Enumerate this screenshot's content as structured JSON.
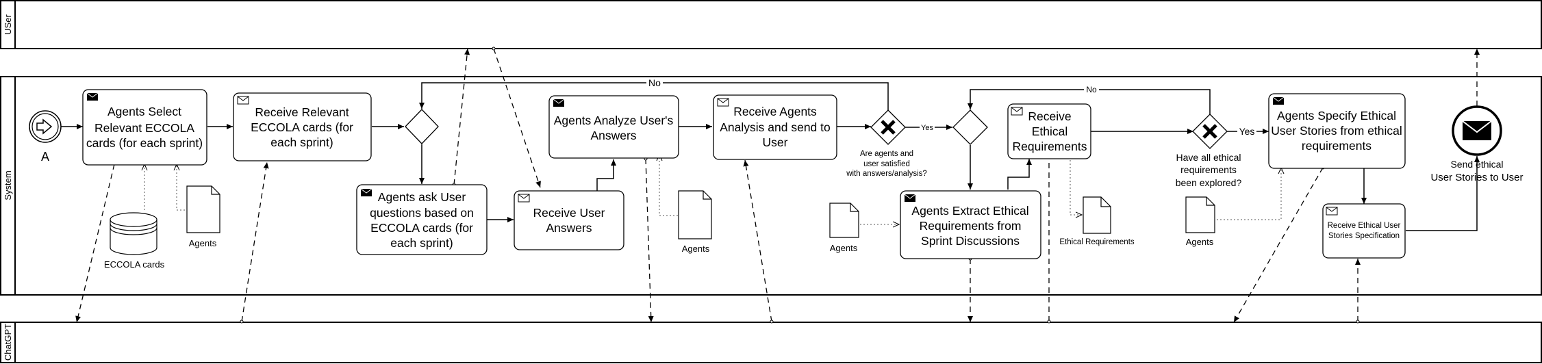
{
  "lanes": {
    "user": "USer",
    "system": "System",
    "chatgpt": "ChatGPT"
  },
  "start": {
    "label": "A"
  },
  "tasks": {
    "t1": [
      "Agents Select",
      "Relevant ECCOLA",
      "cards (for each sprint)"
    ],
    "t2": [
      "Receive Relevant",
      "ECCOLA cards (for",
      "each sprint)"
    ],
    "t3": [
      "Agents ask User",
      "questions based on",
      "ECCOLA cards (for",
      "each sprint)"
    ],
    "t4": [
      "Receive User",
      "Answers"
    ],
    "t5": [
      "Agents Analyze User's",
      "Answers"
    ],
    "t6": [
      "Receive Agents",
      "Analysis and send to",
      "User"
    ],
    "t7": [
      "Receive",
      "Ethical",
      "Requirements"
    ],
    "t8": [
      "Agents Extract Ethical",
      "Requirements from",
      "Sprint Discussions"
    ],
    "t9": [
      "Agents Specify Ethical",
      "User Stories from ethical",
      "requirements"
    ],
    "t10": [
      "Receive Ethical User",
      "Stories Specification"
    ]
  },
  "data_objects": {
    "db": "ECCOLA cards",
    "d1": "Agents",
    "d2": "Agents",
    "d3": "Agents",
    "d4": "Ethical Requirements",
    "d5": "Agents"
  },
  "gateways": {
    "g2_question": [
      "Are agents and",
      "user satisfied",
      "with answers/analysis?"
    ],
    "g4_question": [
      "Have all ethical",
      "requirements",
      "been explored?"
    ],
    "yes": "Yes",
    "no": "No"
  },
  "end": {
    "label": [
      "Send ethical",
      "User Stories to User"
    ]
  }
}
